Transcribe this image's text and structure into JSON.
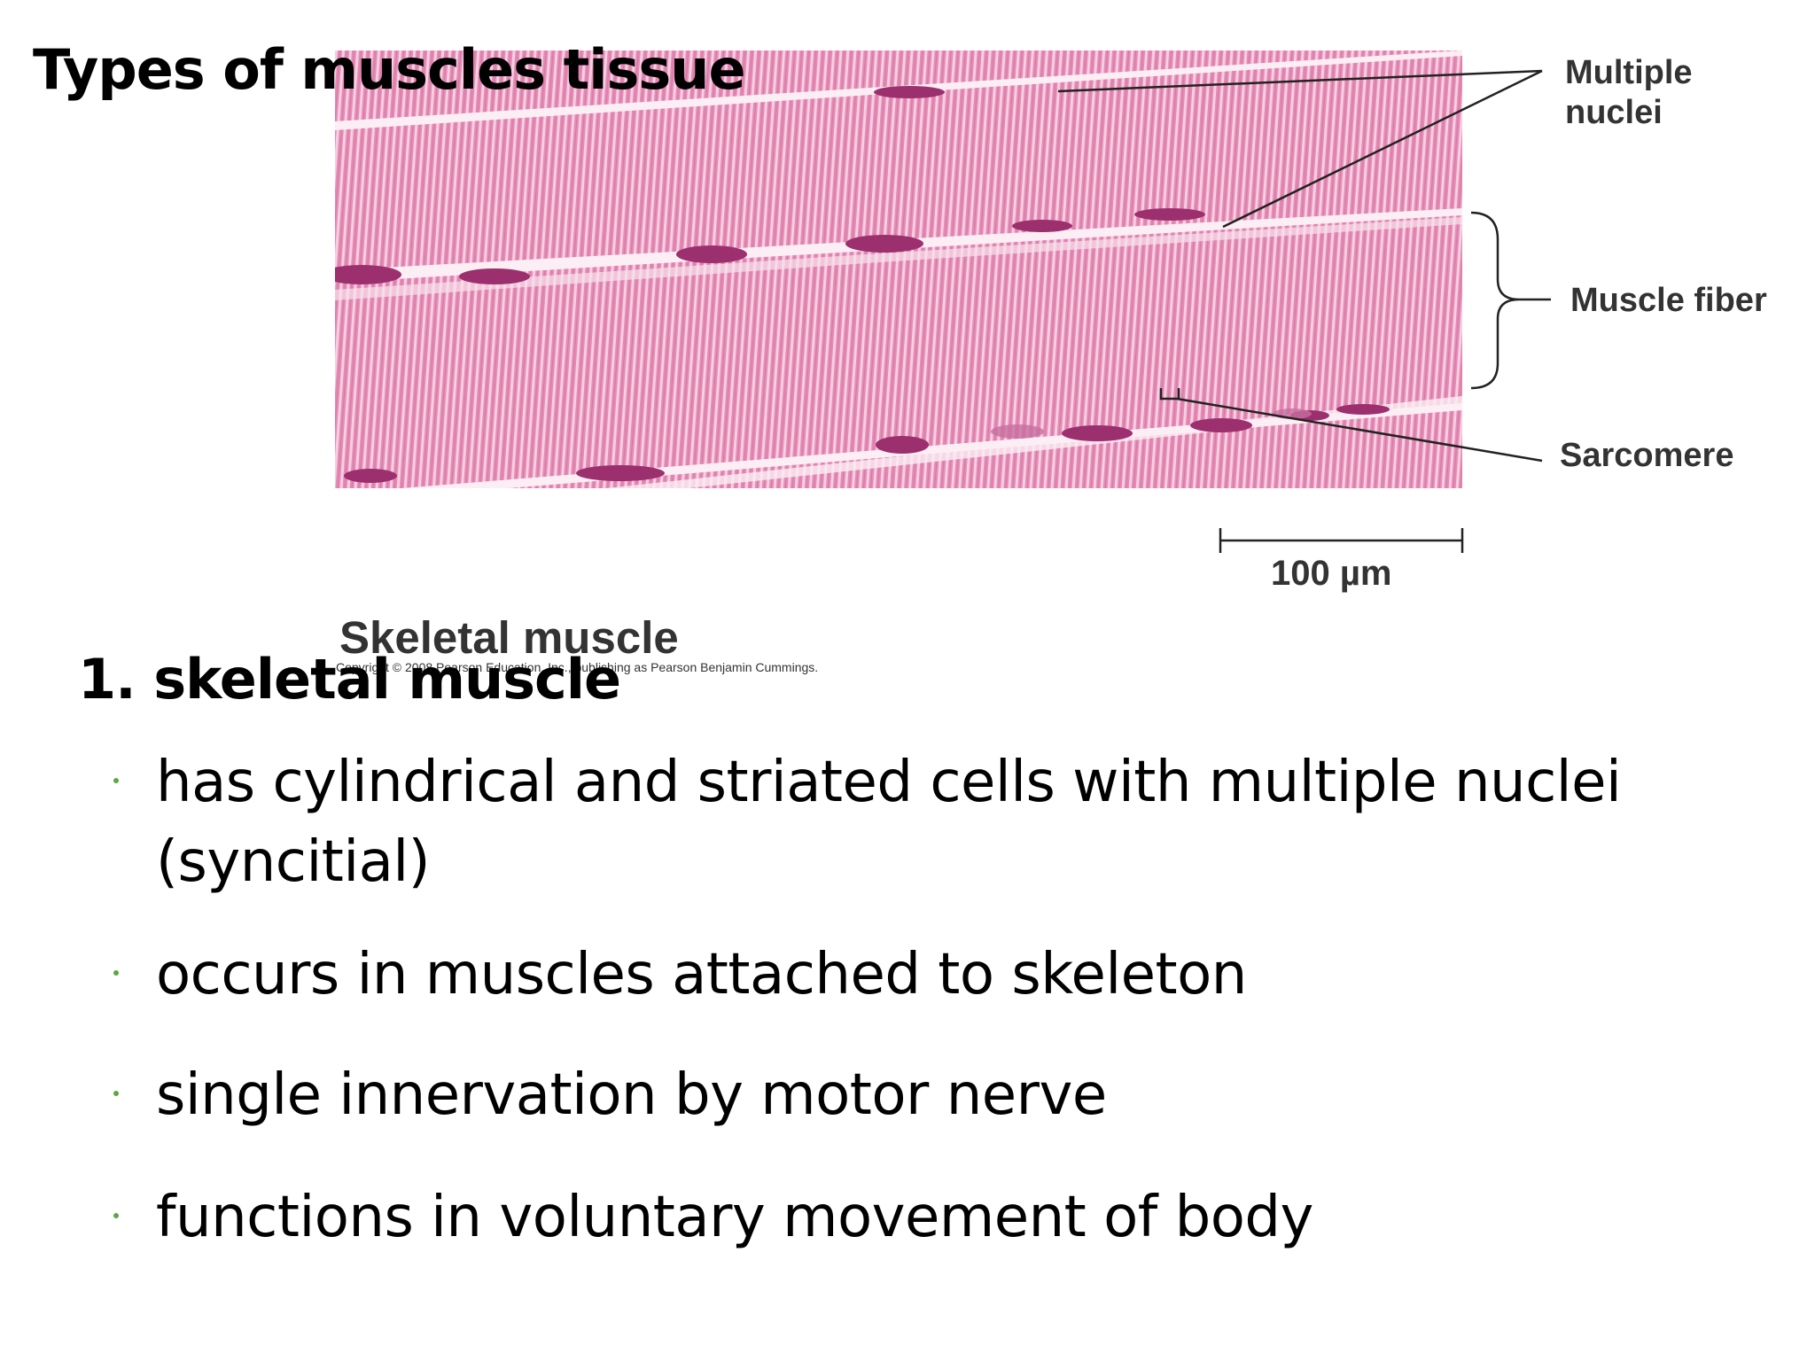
{
  "slide": {
    "title": "Types of muscles tissue",
    "subtitle": "1. skeletal muscle",
    "bullets": [
      "has cylindrical and striated cells with multiple nuclei (syncitial)",
      "occurs in muscles attached to skeleton",
      "single innervation by motor nerve",
      "functions in voluntary movement of body"
    ],
    "bullet_color": "#5aa845"
  },
  "figure": {
    "labels": {
      "multiple_nuclei": "Multiple nuclei",
      "muscle_fiber": "Muscle fiber",
      "sarcomere": "Sarcomere",
      "scale_bar": "100 µm"
    },
    "caption": "Skeletal muscle",
    "copyright": "Copyright © 2008 Pearson Education, Inc., publishing as Pearson Benjamin Cummings.",
    "colors": {
      "tissue": "#e98ab5",
      "striation": "#f7d2e2",
      "nucleus": "#9c2f6e",
      "label_text": "#333333"
    }
  }
}
